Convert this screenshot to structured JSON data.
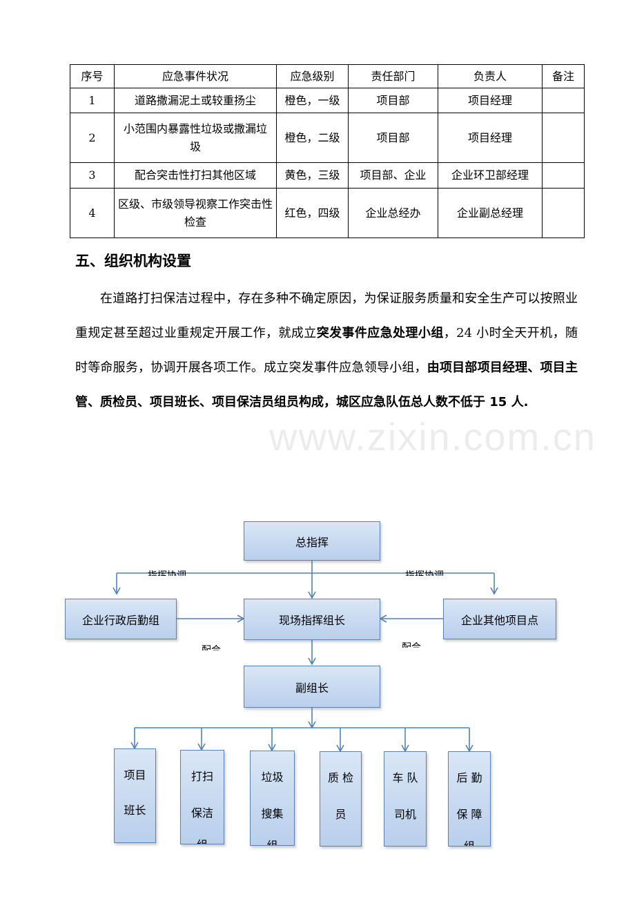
{
  "table": {
    "headers": [
      "序号",
      "应急事件状况",
      "应急级别",
      "责任部门",
      "负责人",
      "备注"
    ],
    "rows": [
      {
        "no": "1",
        "event": "道路撒漏泥土或较重扬尘",
        "level": "橙色，一级",
        "dept": "项目部",
        "owner": "项目经理",
        "note": ""
      },
      {
        "no": "2",
        "event": "小范围内暴露性垃圾或撒漏垃圾",
        "level": "橙色，二级",
        "dept": "项目部",
        "owner": "项目经理",
        "note": ""
      },
      {
        "no": "3",
        "event": "配合突击性打扫其他区域",
        "level": "黄色，三级",
        "dept": "项目部、企业",
        "owner": "企业环卫部经理",
        "note": ""
      },
      {
        "no": "4",
        "event": "区级、市级领导视察工作突击性检查",
        "level": "红色，四级",
        "dept": "企业总经办",
        "owner": "企业副总经理",
        "note": ""
      }
    ]
  },
  "section": {
    "title": "五、组织机构设置",
    "para": {
      "t1": "在道路打扫保洁过程中，存在多种不确定原因，为保证服务质量和安全生产可以按照业重规定甚至超过业重规定开展工作，就成立",
      "b1": "突发事件应急处理小组",
      "t2": "，24 小时全天开机，随时等命服务，协调开展各项工作。成立突发事件应急领导小组，",
      "b2": "由项目部项目经理、项目主管、质检员、项目班长、项目保洁员组员构成，城区应急队伍总人数不低于 15 人."
    }
  },
  "watermark": "www.zixin.com.cn",
  "org_chart": {
    "top": "总指挥",
    "left": "企业行政后勤组",
    "center": "现场指挥组长",
    "right": "企业其他项目点",
    "deputy": "副组长",
    "edge_labels": {
      "upper_left": "指挥协调",
      "upper_right": "指挥协调",
      "lower_left": "配合",
      "lower_right": "配合"
    },
    "teams": [
      {
        "line1": "项目",
        "line2": "班长",
        "line3": ""
      },
      {
        "line1": "打扫",
        "line2": "保洁",
        "line3": "组"
      },
      {
        "line1": "垃圾",
        "line2": "搜集",
        "line3": "组"
      },
      {
        "line1": "质 检",
        "line2": "员",
        "line3": ""
      },
      {
        "line1": "车 队",
        "line2": "司机",
        "line3": ""
      },
      {
        "line1": "后 勤",
        "line2": "保 障",
        "line3": "组"
      }
    ]
  }
}
